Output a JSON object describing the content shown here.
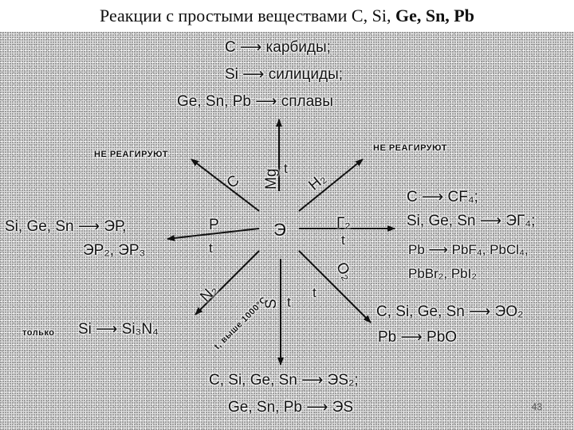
{
  "title": {
    "plain": "Реакции с простыми веществами C, Si, ",
    "bold": "Ge, Sn, Pb"
  },
  "top": {
    "line1": "C ⟶ карбиды;",
    "line2": "Si ⟶ силициды;",
    "line3": "Ge, Sn, Pb ⟶ сплавы"
  },
  "center": "Э",
  "up_label": "Mg",
  "up_sub": "t",
  "upper_left": {
    "note": "НЕ РЕАГИРУЮТ",
    "reagent": "C"
  },
  "upper_right": {
    "note": "НЕ РЕАГИРУЮТ",
    "reagent": "H₂"
  },
  "left": {
    "reagent": "P",
    "condition": "t",
    "line1": "Si, Ge, Sn ⟶ ЭР,",
    "line2": "ЭР₂, ЭР₃"
  },
  "right": {
    "reagent": "Г₂",
    "condition": "t",
    "line1": "C ⟶ CF₄;",
    "line2": "Si, Ge, Sn ⟶ ЭГ₄;",
    "line3": "Pb ⟶ PbF₄, PbCl₄,",
    "line4": "PbBr₂, PbI₂"
  },
  "lower_left": {
    "reagent": "N₂",
    "condition": "t, выше 1000°C",
    "prefix": "только",
    "product": "Si ⟶ Si₃N₄"
  },
  "lower_right": {
    "reagent": "O₂",
    "condition": "t",
    "line1": "C, Si, Ge, Sn ⟶ ЭО₂",
    "line2": "Pb ⟶ PbO"
  },
  "down": {
    "reagent": "S",
    "condition": "t",
    "line1": "C, Si, Ge, Sn ⟶ ЭS₂;",
    "line2": "Ge, Sn, Pb ⟶ ЭS"
  },
  "page_number": "43"
}
